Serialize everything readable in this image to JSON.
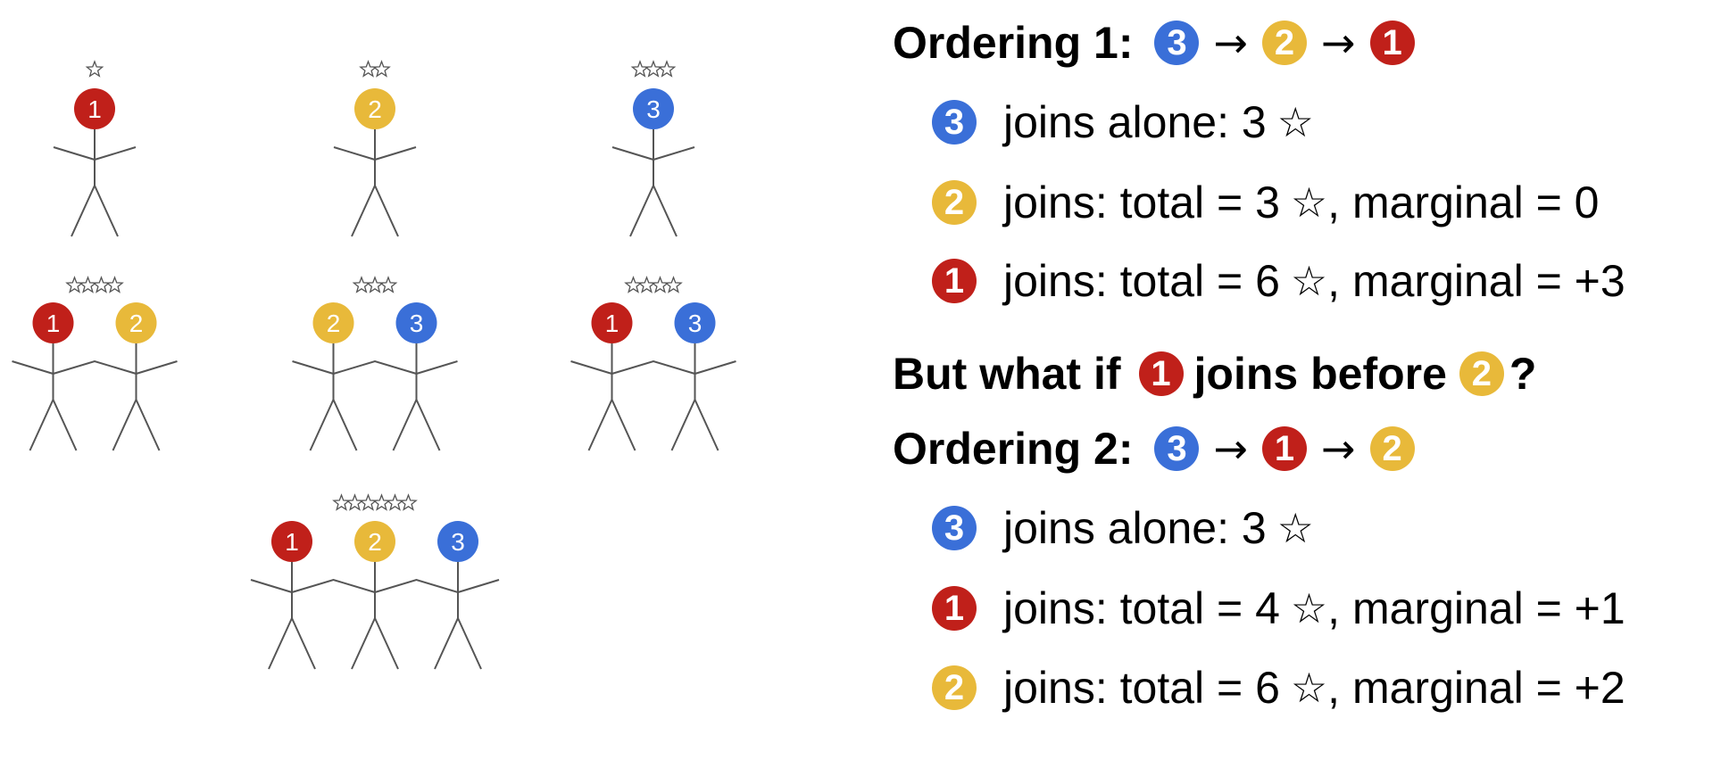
{
  "colors": {
    "p1": "#c0201a",
    "p2": "#e8b93a",
    "p3": "#3a6fd8",
    "stroke": "#555555",
    "star": "#555555"
  },
  "coalitions": [
    {
      "members": [
        "1"
      ],
      "stars": 1
    },
    {
      "members": [
        "2"
      ],
      "stars": 2
    },
    {
      "members": [
        "3"
      ],
      "stars": 3
    },
    {
      "members": [
        "1",
        "2"
      ],
      "stars": 4
    },
    {
      "members": [
        "2",
        "3"
      ],
      "stars": 3
    },
    {
      "members": [
        "1",
        "3"
      ],
      "stars": 4
    },
    {
      "members": [
        "1",
        "2",
        "3"
      ],
      "stars": 6
    }
  ],
  "text": {
    "ordering1_label": "Ordering 1:",
    "ordering1_sequence": [
      "3",
      "2",
      "1"
    ],
    "ordering1_steps": [
      {
        "player": "3",
        "text": "joins alone: 3",
        "star": "☆",
        "suffix": ""
      },
      {
        "player": "2",
        "text": "joins: total = 3",
        "star": "☆",
        "suffix": ", marginal = 0"
      },
      {
        "player": "1",
        "text": "joins: total = 6",
        "star": "☆",
        "suffix": ", marginal = +3"
      }
    ],
    "question_prefix": "But what if",
    "question_player": "1",
    "question_middle": "joins before",
    "question_player2": "2",
    "question_suffix": "?",
    "ordering2_label": "Ordering 2:",
    "ordering2_sequence": [
      "3",
      "1",
      "2"
    ],
    "ordering2_steps": [
      {
        "player": "3",
        "text": "joins alone: 3",
        "star": "☆",
        "suffix": ""
      },
      {
        "player": "1",
        "text": "joins: total = 4",
        "star": "☆",
        "suffix": ", marginal = +1"
      },
      {
        "player": "2",
        "text": "joins: total = 6",
        "star": "☆",
        "suffix": ", marginal = +2"
      }
    ],
    "arrow": "→"
  }
}
